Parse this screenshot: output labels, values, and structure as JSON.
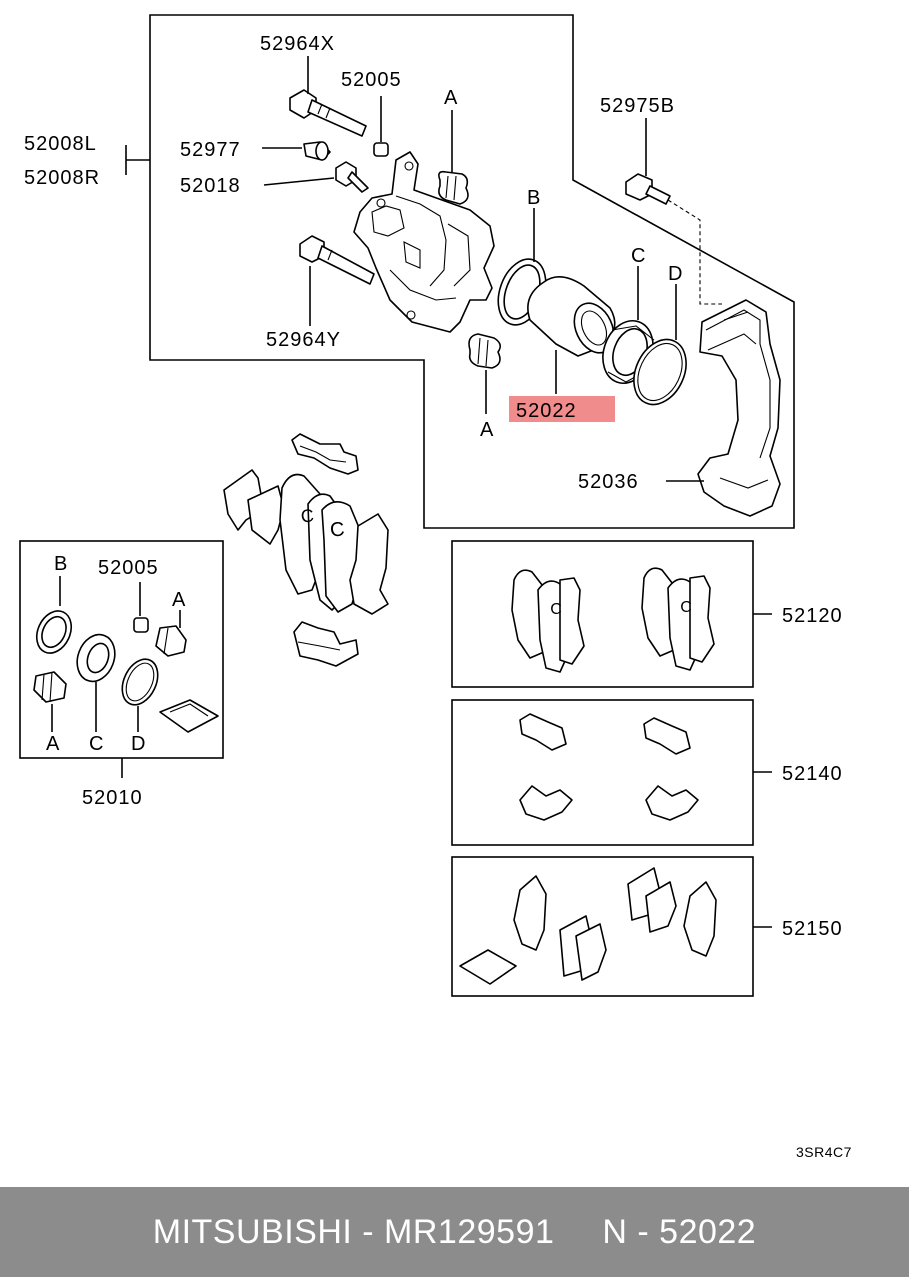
{
  "labels": {
    "p52964X": "52964X",
    "p52005_top": "52005",
    "pA_top": "A",
    "p52977": "52977",
    "p52008L": "52008L",
    "p52008R": "52008R",
    "p52018": "52018",
    "p52975B": "52975B",
    "pB_top": "B",
    "pC_top": "C",
    "pD_top": "D",
    "p52964Y": "52964Y",
    "pA_low": "A",
    "p52022": "52022",
    "p52036": "52036",
    "kit_B": "B",
    "kit_52005": "52005",
    "kit_A_top": "A",
    "kit_A_bottom": "A",
    "kit_C": "C",
    "kit_D": "D",
    "p52010": "52010",
    "p52120": "52120",
    "p52140": "52140",
    "p52150": "52150",
    "drawing_ref": "3SR4C7"
  },
  "highlight_color": "#f08c8c",
  "footer": {
    "brand_part": "MITSUBISHI - MR129591",
    "diagram_ref": "N - 52022"
  }
}
